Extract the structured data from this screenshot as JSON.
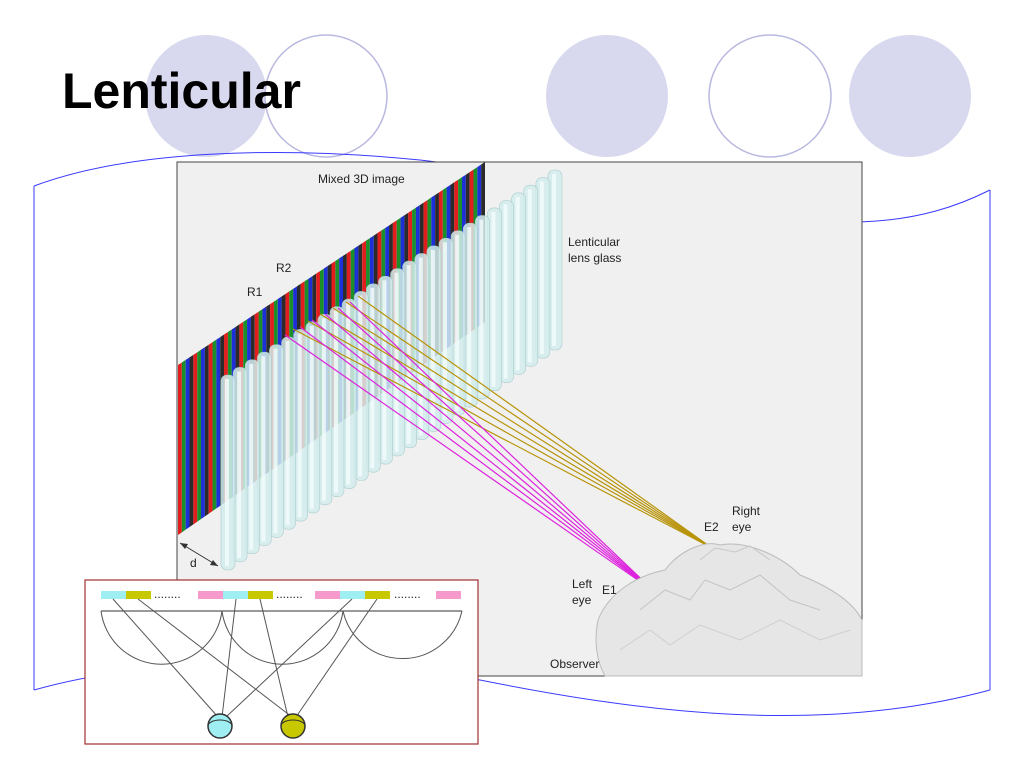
{
  "slide": {
    "title": "Lenticular"
  },
  "figure": {
    "mixed_image_label": "Mixed 3D image",
    "lens_label_line1": "Lenticular",
    "lens_label_line2": "lens glass",
    "r1_label": "R1",
    "r2_label": "R2",
    "d_label": "d",
    "e1_label": "E1",
    "e2_label": "E2",
    "left_eye_line1": "Left",
    "left_eye_line2": "eye",
    "right_eye_line1": "Right",
    "right_eye_line2": "eye",
    "observer_label": "Observer",
    "left_eye_ray_color": "#dd22dd",
    "right_eye_ray_color": "#b8940a",
    "pixel_colors": [
      "#e11d1d",
      "#1a8f2a",
      "#1d2fd6",
      "#2b2b2b"
    ]
  },
  "inset": {
    "border_color": "#a03030",
    "cyan_color": "#9feff2",
    "yellow_color": "#c8c800",
    "pink_color": "#f59acb",
    "dots_label": "........"
  },
  "theme": {
    "circle_fill": "#d8d8ee",
    "circle_stroke": "#b8b8e0",
    "scroll_line": "#3a3aff"
  }
}
